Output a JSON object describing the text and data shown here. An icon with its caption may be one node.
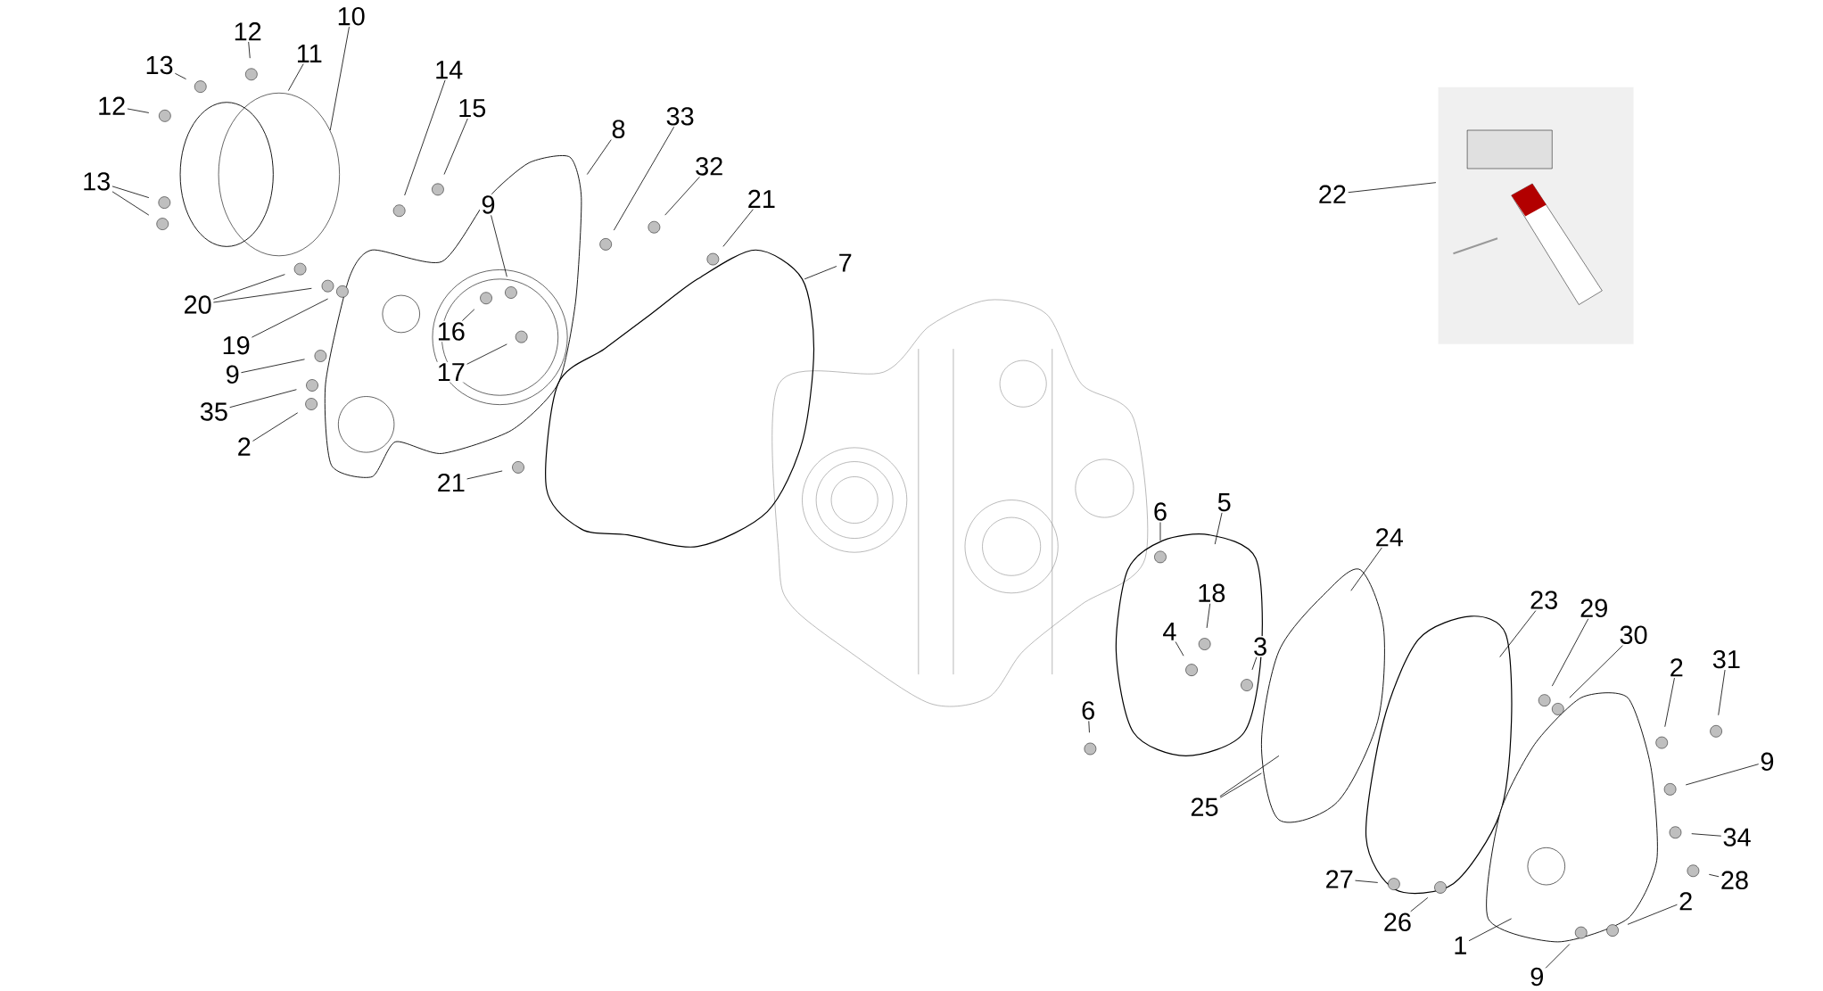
{
  "diagram": {
    "nodes": [
      {
        "text": [
          "12"
        ]
      },
      {
        "text": [
          "10"
        ]
      },
      {
        "text": [
          "11"
        ]
      },
      {
        "text": [
          "13"
        ]
      },
      {
        "text": [
          "12"
        ]
      },
      {
        "text": [
          "13"
        ]
      },
      {
        "text": [
          "14"
        ]
      },
      {
        "text": [
          "15"
        ]
      },
      {
        "text": [
          "8"
        ]
      },
      {
        "text": [
          "33"
        ]
      },
      {
        "text": [
          "32"
        ]
      },
      {
        "text": [
          "21"
        ]
      },
      {
        "text": [
          "9"
        ]
      },
      {
        "text": [
          "7"
        ]
      },
      {
        "text": [
          "20"
        ]
      },
      {
        "text": [
          "19"
        ]
      },
      {
        "text": [
          "16"
        ]
      },
      {
        "text": [
          "17"
        ]
      },
      {
        "text": [
          "9"
        ]
      },
      {
        "text": [
          "35"
        ]
      },
      {
        "text": [
          "2"
        ]
      },
      {
        "text": [
          "21"
        ]
      },
      {
        "text": [
          "22"
        ]
      },
      {
        "text": [
          "6"
        ]
      },
      {
        "text": [
          "5"
        ]
      },
      {
        "text": [
          "24"
        ]
      },
      {
        "text": [
          "23"
        ]
      },
      {
        "text": [
          "29"
        ]
      },
      {
        "text": [
          "30"
        ]
      },
      {
        "text": [
          "18"
        ]
      },
      {
        "text": [
          "4"
        ]
      },
      {
        "text": [
          "3"
        ]
      },
      {
        "text": [
          "2"
        ]
      },
      {
        "text": [
          "31"
        ]
      },
      {
        "text": [
          "6"
        ]
      },
      {
        "text": [
          "9"
        ]
      },
      {
        "text": [
          "25"
        ]
      },
      {
        "text": [
          "34"
        ]
      },
      {
        "text": [
          "27"
        ]
      },
      {
        "text": [
          "28"
        ]
      },
      {
        "text": [
          "2"
        ]
      },
      {
        "text": [
          "26"
        ]
      },
      {
        "text": [
          "1"
        ]
      },
      {
        "text": [
          "9"
        ]
      }
    ],
    "edges": [
      {
        "from": 0,
        "to": null,
        "arrow": "none"
      },
      {
        "from": 1,
        "to": null,
        "arrow": "none"
      },
      {
        "from": 2,
        "to": null,
        "arrow": "none"
      },
      {
        "from": 3,
        "to": null,
        "arrow": "none"
      },
      {
        "from": 4,
        "to": null,
        "arrow": "none"
      },
      {
        "from": 5,
        "to": null,
        "arrow": "none"
      },
      {
        "from": 5,
        "to": null,
        "arrow": "none"
      },
      {
        "from": 6,
        "to": null,
        "arrow": "none"
      },
      {
        "from": 7,
        "to": null,
        "arrow": "none"
      },
      {
        "from": 8,
        "to": null,
        "arrow": "none"
      },
      {
        "from": 9,
        "to": null,
        "arrow": "none"
      },
      {
        "from": 10,
        "to": null,
        "arrow": "none"
      },
      {
        "from": 11,
        "to": null,
        "arrow": "none"
      },
      {
        "from": 12,
        "to": null,
        "arrow": "none"
      },
      {
        "from": 13,
        "to": null,
        "arrow": "none"
      },
      {
        "from": 14,
        "to": null,
        "arrow": "none"
      },
      {
        "from": 14,
        "to": null,
        "arrow": "none"
      },
      {
        "from": 15,
        "to": null,
        "arrow": "none"
      },
      {
        "from": 16,
        "to": null,
        "arrow": "none"
      },
      {
        "from": 17,
        "to": null,
        "arrow": "none"
      },
      {
        "from": 18,
        "to": null,
        "arrow": "none"
      },
      {
        "from": 19,
        "to": null,
        "arrow": "none"
      },
      {
        "from": 20,
        "to": null,
        "arrow": "none"
      },
      {
        "from": 21,
        "to": null,
        "arrow": "none"
      },
      {
        "from": 22,
        "to": null,
        "arrow": "none"
      },
      {
        "from": 23,
        "to": null,
        "arrow": "none"
      },
      {
        "from": 24,
        "to": null,
        "arrow": "none"
      },
      {
        "from": 25,
        "to": null,
        "arrow": "none"
      },
      {
        "from": 26,
        "to": null,
        "arrow": "none"
      },
      {
        "from": 27,
        "to": null,
        "arrow": "none"
      },
      {
        "from": 28,
        "to": null,
        "arrow": "none"
      },
      {
        "from": 29,
        "to": null,
        "arrow": "none"
      },
      {
        "from": 30,
        "to": null,
        "arrow": "none"
      },
      {
        "from": 31,
        "to": null,
        "arrow": "none"
      },
      {
        "from": 32,
        "to": null,
        "arrow": "none"
      },
      {
        "from": 33,
        "to": null,
        "arrow": "none"
      },
      {
        "from": 34,
        "to": null,
        "arrow": "none"
      },
      {
        "from": 35,
        "to": null,
        "arrow": "none"
      },
      {
        "from": 36,
        "to": null,
        "arrow": "none"
      },
      {
        "from": 36,
        "to": null,
        "arrow": "none"
      },
      {
        "from": 37,
        "to": null,
        "arrow": "none"
      },
      {
        "from": 38,
        "to": null,
        "arrow": "none"
      },
      {
        "from": 39,
        "to": null,
        "arrow": "none"
      },
      {
        "from": 40,
        "to": null,
        "arrow": "none"
      },
      {
        "from": 41,
        "to": null,
        "arrow": "none"
      },
      {
        "from": 42,
        "to": null,
        "arrow": "none"
      },
      {
        "from": 43,
        "to": null,
        "arrow": "none"
      }
    ]
  }
}
